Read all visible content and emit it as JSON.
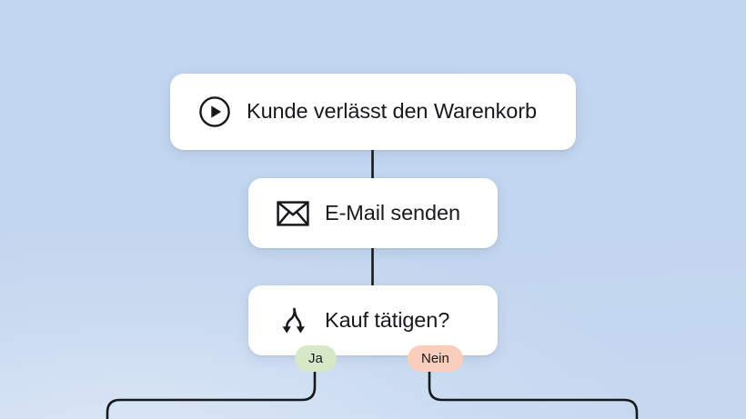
{
  "canvas": {
    "background_color": "#c3d6ef",
    "edge_color": "#16181c"
  },
  "nodes": [
    {
      "id": "trigger",
      "icon": "play-circle-icon",
      "label": "Kunde verlässt den Warenkorb",
      "type": "trigger"
    },
    {
      "id": "email",
      "icon": "envelope-icon",
      "label": "E-Mail senden",
      "type": "action"
    },
    {
      "id": "condition",
      "icon": "branch-split-icon",
      "label": "Kauf tätigen?",
      "type": "condition"
    }
  ],
  "branches": [
    {
      "id": "ja",
      "label": "Ja",
      "color": "#d6e8c8"
    },
    {
      "id": "nein",
      "label": "Nein",
      "color": "#f9cfbb"
    }
  ]
}
